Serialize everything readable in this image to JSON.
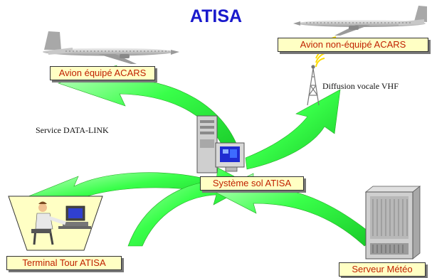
{
  "title": "ATISA",
  "nodes": {
    "aircraft_equipped": "Avion équipé ACARS",
    "aircraft_not_equipped": "Avion non-équipé ACARS",
    "ground_system": "Système sol ATISA",
    "tower_terminal": "Terminal Tour ATISA",
    "weather_server": "Serveur Météo"
  },
  "annotations": {
    "datalink": "Service DATA-LINK",
    "vhf": "Diffusion vocale VHF"
  },
  "colors": {
    "title": "#1a1acc",
    "box_fill": "#ffffc4",
    "box_text": "#c02000",
    "arrow": "#33ff44",
    "radio_waves": "#ffdd00"
  }
}
